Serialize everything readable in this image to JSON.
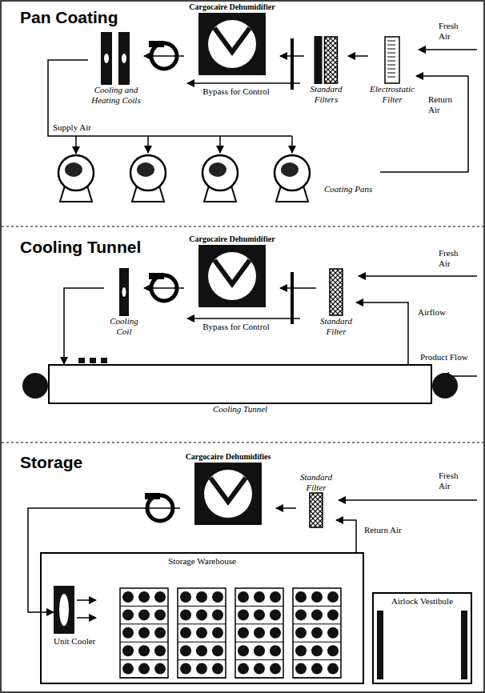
{
  "diagram": {
    "nodes": [
      {
        "text": [
          "Cargocaire Dehumidifier"
        ]
      },
      {
        "text": [
          "Cooling and Heating Coils"
        ]
      },
      {
        "text": [
          "Standard Filters"
        ]
      },
      {
        "text": [
          "Electrostatic Filter"
        ]
      },
      {
        "text": [
          "Coating Pans"
        ]
      },
      {
        "text": [
          "Cargocaire Dehumidifier"
        ]
      },
      {
        "text": [
          "Cooling Coil"
        ]
      },
      {
        "text": [
          "Standard Filter"
        ]
      },
      {
        "text": [
          "Cooling Tunnel"
        ]
      },
      {
        "text": [
          "Cargocaire Dehumidifies"
        ]
      },
      {
        "text": [
          "Standard Filter"
        ]
      },
      {
        "text": [
          "Storage Warehouse"
        ]
      },
      {
        "text": [
          "Unit Cooler"
        ],
        "in": 11
      },
      {
        "text": [
          "Airlock Vestibule"
        ]
      }
    ],
    "edges": [
      {
        "from": 3,
        "to": 2,
        "arrow": "to"
      },
      {
        "from": 2,
        "to": 0,
        "arrow": "to"
      },
      {
        "from": 0,
        "to": 1,
        "arrow": "to"
      },
      {
        "from": 1,
        "to": 4,
        "arrow": "to"
      },
      {
        "from": 4,
        "to": 3,
        "arrow": "to"
      },
      {
        "from": 7,
        "to": 5,
        "arrow": "to"
      },
      {
        "from": 5,
        "to": 6,
        "arrow": "to"
      },
      {
        "from": 6,
        "to": 8,
        "arrow": "to"
      },
      {
        "from": 8,
        "to": 7,
        "arrow": "to"
      },
      {
        "from": 10,
        "to": 9,
        "arrow": "to"
      },
      {
        "from": 9,
        "to": 12,
        "arrow": "to"
      },
      {
        "from": 11,
        "to": 10,
        "arrow": "to"
      }
    ],
    "labels": [
      "Pan Coating",
      "Bypass for Control",
      "Fresh Air",
      "Supply Air",
      "Return Air",
      "Cooling Tunnel",
      "Bypass for Control",
      "Fresh Air",
      "Airflow",
      "Product Flow",
      "Storage",
      "Fresh Air",
      "Return Air"
    ]
  }
}
